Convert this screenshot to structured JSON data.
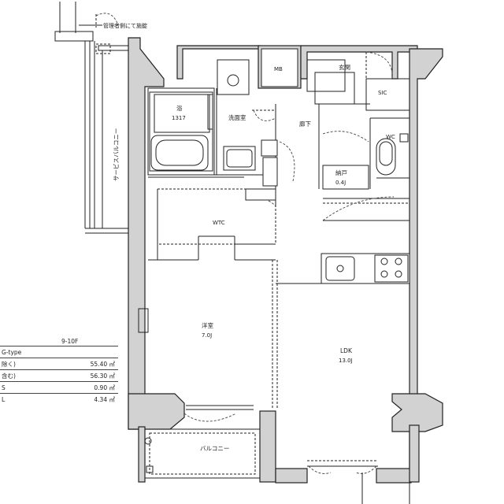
{
  "notes": {
    "management_note": "管理者側にて施錠",
    "service_balcony": "サービスバルコニー"
  },
  "rooms": {
    "mb": "MB",
    "genkan": "玄関",
    "sic": "SIC",
    "bath_title": "浴",
    "bath_size": "1317",
    "washroom": "洗面室",
    "hallway": "廊下",
    "wc": "WC",
    "storage_title": "納戸",
    "storage_size": "0.4J",
    "wtc": "WTC",
    "western_title": "洋室",
    "western_size": "7.0J",
    "ldk_title": "LDK",
    "ldk_size": "13.0J",
    "balcony": "バルコニー"
  },
  "area_table": {
    "floors": "9-10F",
    "type": "G-type",
    "rows": [
      {
        "label": "除く)",
        "value": "55.40 ㎡"
      },
      {
        "label": "含む)",
        "value": "56.30 ㎡"
      },
      {
        "label": "S",
        "value": "0.90 ㎡"
      },
      {
        "label": "L",
        "value": "4.34 ㎡"
      }
    ]
  }
}
